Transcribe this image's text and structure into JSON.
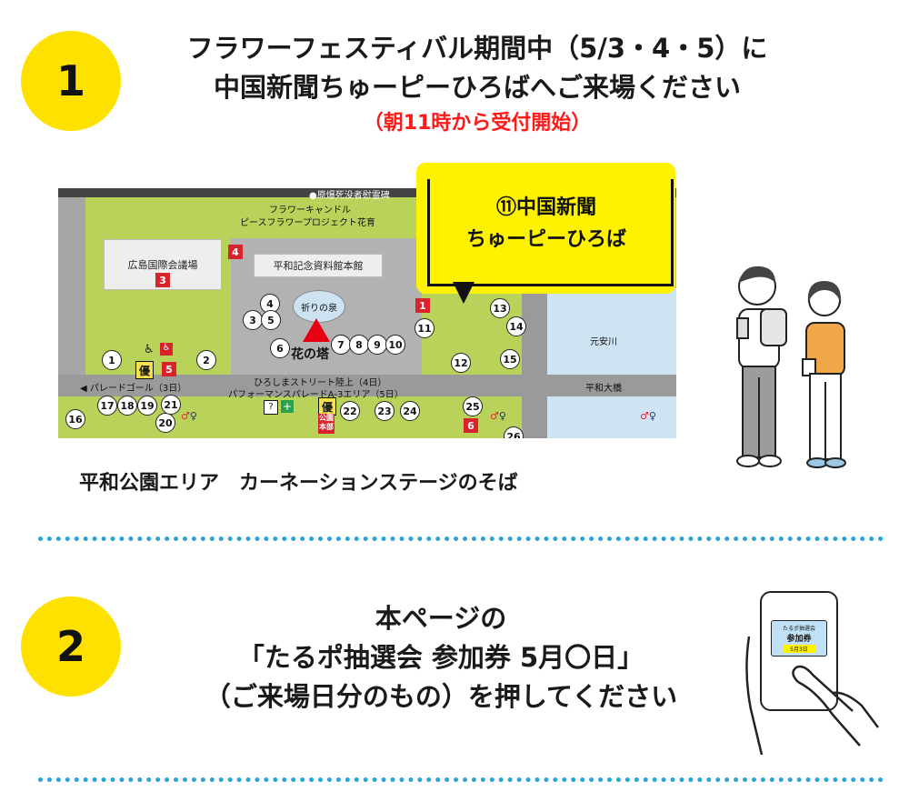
{
  "step1": {
    "number": "1",
    "line1": "フラワーフェスティバル期間中（5/3・4・5）に",
    "line2": "中国新聞ちゅーピーひろばへご来場ください",
    "note": "（朝11時から受付開始）"
  },
  "map": {
    "callout_line1": "⑪中国新聞",
    "callout_line2": "ちゅーピーひろば",
    "top_text": "●原爆死没者慰霊碑",
    "candle_line1": "フラワーキャンドル",
    "candle_line2": "ピースフラワープロジェクト花育",
    "conference": "広島国際会議場",
    "museum": "平和記念資料館本館",
    "spring": "祈りの泉",
    "tower": "花の塔",
    "street_line1": "ひろしまストリート陸上（4日）",
    "street_line2": "パフォーマンスパレードA-3エリア（5日）",
    "parade_goal": "◀ パレードゴール（3日）",
    "river": "元安川",
    "bridge": "平和大橋",
    "hq": "公園本部",
    "yu": "優",
    "numbers": [
      "1",
      "2",
      "3",
      "4",
      "5",
      "6",
      "7",
      "8",
      "9",
      "10",
      "11",
      "12",
      "13",
      "14",
      "15",
      "16",
      "17",
      "18",
      "19",
      "20",
      "21",
      "22",
      "23",
      "24",
      "25",
      "26"
    ],
    "red_labels": [
      "3",
      "4",
      "5",
      "1",
      "6"
    ]
  },
  "caption": "平和公園エリア　カーネーションステージのそば",
  "step2": {
    "number": "2",
    "line1": "本ページの",
    "line2": "「たるポ抽選会 参加券 5月〇日」",
    "line3": "（ご来場日分のもの）を押してください"
  },
  "phone": {
    "screen_title": "たるポ抽選会",
    "screen_ticket": "参加券",
    "screen_date": "5月3日"
  },
  "colors": {
    "accent_yellow": "#ffe100",
    "note_red": "#ff1a1a",
    "divider": "#2aa3d6"
  }
}
